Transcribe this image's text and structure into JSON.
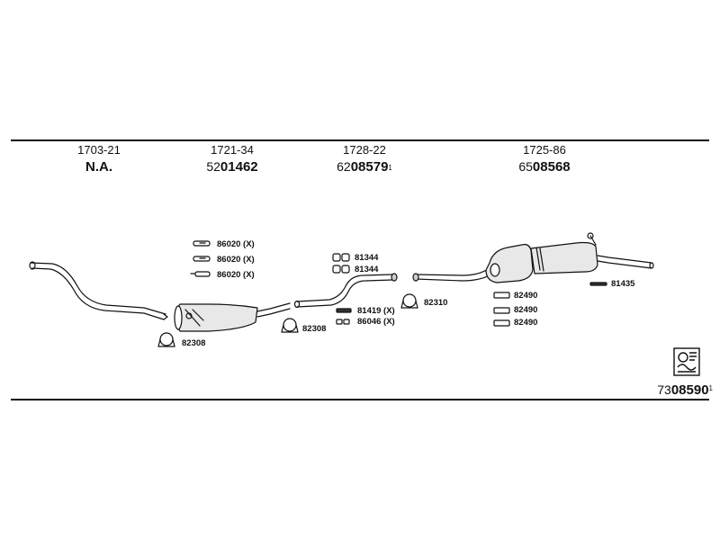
{
  "sections": [
    {
      "code": "1703-21",
      "number_prefix": "",
      "number_main": "N.A.",
      "suffix": ""
    },
    {
      "code": "1721-34",
      "number_prefix": "52",
      "number_main": "01462",
      "suffix": ""
    },
    {
      "code": "1728-22",
      "number_prefix": "62",
      "number_main": "08579",
      "suffix": "1"
    },
    {
      "code": "1725-86",
      "number_prefix": "65",
      "number_main": "08568",
      "suffix": ""
    }
  ],
  "labels": {
    "p86020a": "86020 (X)",
    "p86020b": "86020 (X)",
    "p86020c": "86020 (X)",
    "p82308a": "82308",
    "p82308b": "82308",
    "p81344a": "81344",
    "p81344b": "81344",
    "p81419": "81419 (X)",
    "p86046": "86046 (X)",
    "p82310": "82310",
    "p82490a": "82490",
    "p82490b": "82490",
    "p82490c": "82490",
    "p81435": "81435"
  },
  "footer": {
    "number_prefix": "73",
    "number_main": "08590",
    "suffix": "1"
  }
}
